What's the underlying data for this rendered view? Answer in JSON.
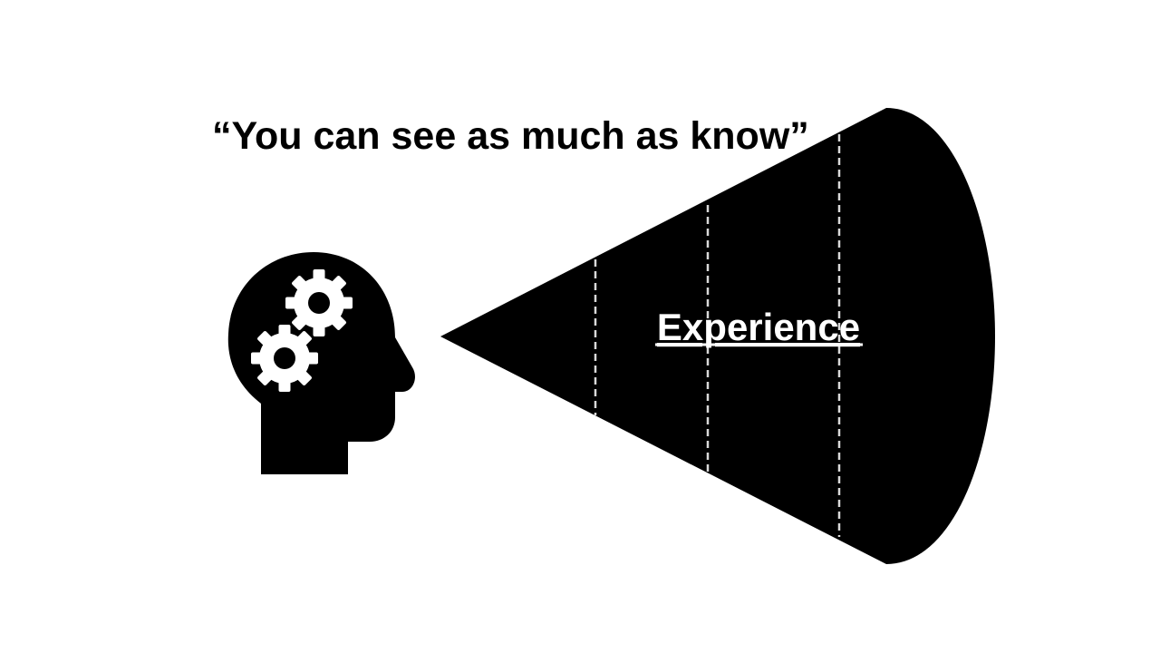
{
  "quote": "“You can see as much as know”",
  "cone_label": "Experience",
  "icons": {
    "head": "head-with-gears-icon",
    "cone": "vision-cone"
  },
  "colors": {
    "background": "#ffffff",
    "shape": "#000000",
    "cone_text": "#ffffff",
    "dashed_lines": "#d9d9d9"
  }
}
